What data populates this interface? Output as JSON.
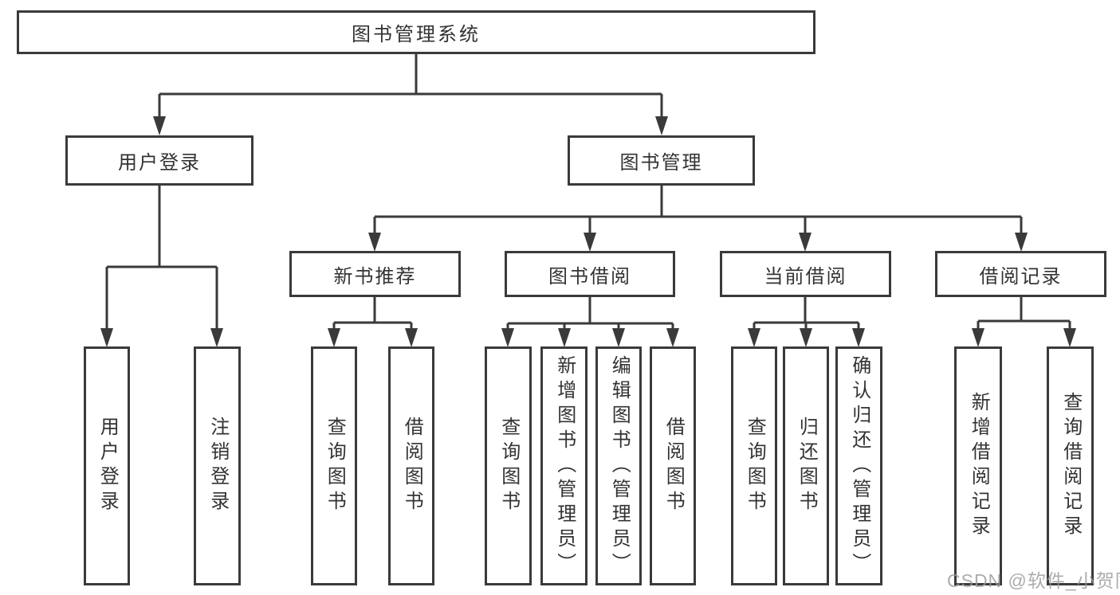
{
  "tree": {
    "root": {
      "label": "图书管理系统"
    },
    "branches": [
      {
        "label": "用户登录",
        "leaves": [
          "用户登录",
          "注销登录"
        ]
      },
      {
        "label": "图书管理",
        "groups": [
          {
            "label": "新书推荐",
            "leaves": [
              "查询图书",
              "借阅图书"
            ]
          },
          {
            "label": "图书借阅",
            "leaves": [
              "查询图书",
              "新增图书（管理员）",
              "编辑图书（管理员）",
              "借阅图书"
            ]
          },
          {
            "label": "当前借阅",
            "leaves": [
              "查询图书",
              "归还图书",
              "确认归还（管理员）"
            ]
          },
          {
            "label": "借阅记录",
            "leaves": [
              "新增借阅记录",
              "查询借阅记录"
            ]
          }
        ]
      }
    ]
  },
  "watermark": "CSDN @软件_小贺同学",
  "colors": {
    "line": "#3a3a3a",
    "text": "#333333",
    "background": "#ffffff",
    "watermark": "#9a9a9e"
  }
}
